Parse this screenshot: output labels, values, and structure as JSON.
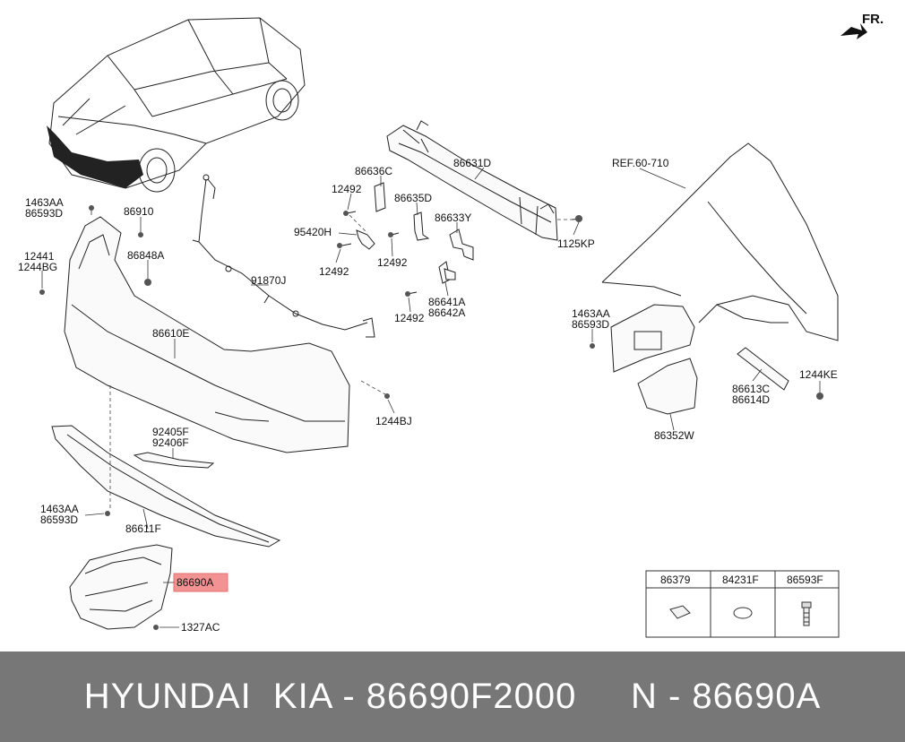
{
  "direction_label": "FR.",
  "ref_label": "REF.60-710",
  "parts": {
    "p86631D": "86631D",
    "p86636C": "86636C",
    "p12492_a": "12492",
    "p86635D": "86635D",
    "p95420H": "95420H",
    "p86633Y": "86633Y",
    "p1125KP": "1125KP",
    "p12492_b": "12492",
    "p12492_c": "12492",
    "p86641A": "86641A",
    "p86642A": "86642A",
    "p12492_d": "12492",
    "p1463AA_a": "1463AA",
    "p86593D_a": "86593D",
    "p86910": "86910",
    "p12441": "12441",
    "p1244BG": "1244BG",
    "p86848A": "86848A",
    "p91870J": "91870J",
    "p86610E": "86610E",
    "p1244BJ": "1244BJ",
    "p92405F": "92405F",
    "p92406F": "92406F",
    "p1463AA_b": "1463AA",
    "p86593D_b": "86593D",
    "p86611F": "86611F",
    "p86690A": "86690A",
    "p1327AC": "1327AC",
    "p1463AA_c": "1463AA",
    "p86593D_c": "86593D",
    "p1244KE": "1244KE",
    "p86613C": "86613C",
    "p86614D": "86614D",
    "p86352W": "86352W"
  },
  "legend_table": {
    "headers": [
      "86379",
      "84231F",
      "86593F"
    ]
  },
  "highlight_color": "#f08080",
  "footer": {
    "text": "HYUNDAI  KIA - 86690F2000     N - 86690A",
    "background": "#777777"
  }
}
